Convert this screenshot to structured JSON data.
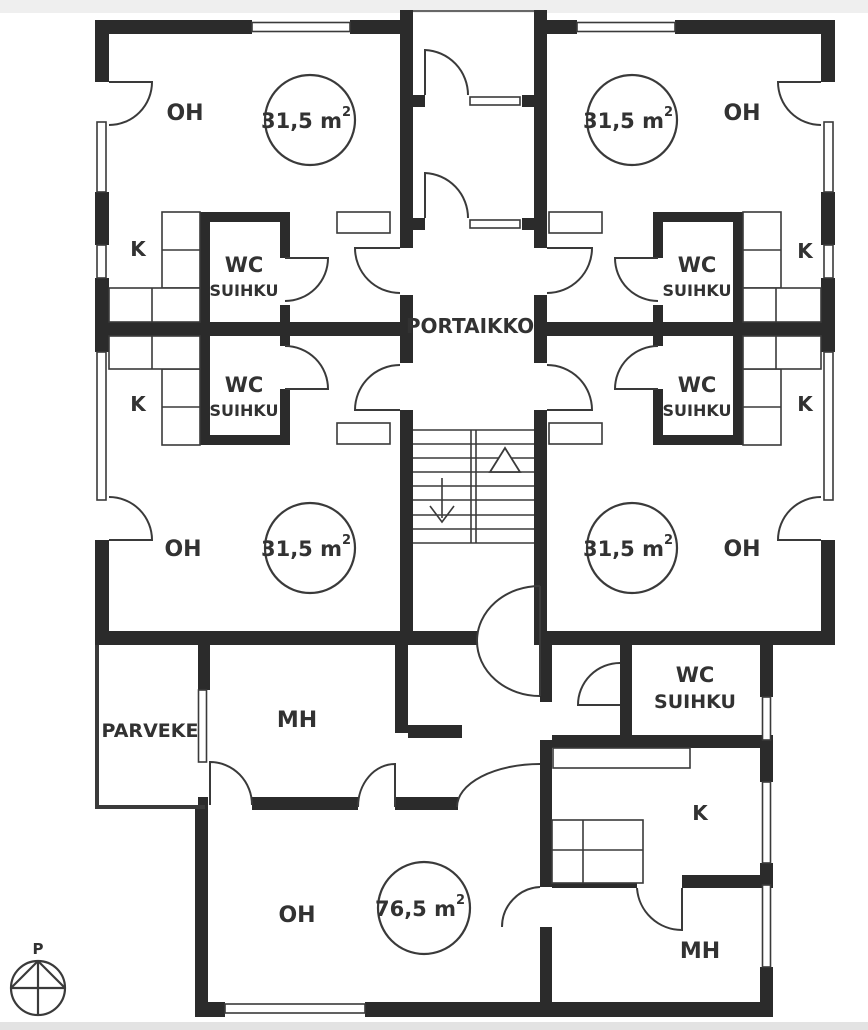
{
  "page": {
    "top_strip_color": "#efefef",
    "bottom_strip_color": "#e3e3e3",
    "background": "#ffffff"
  },
  "plan": {
    "colors": {
      "wall": "#2b2b2b",
      "line": "#3a3a3a",
      "text": "#323232"
    },
    "labels": {
      "living_room": "OH",
      "kitchen": "K",
      "wc": "WC",
      "shower": "SUIHKU",
      "bedroom": "MH",
      "balcony": "PARVEKE",
      "stairwell": "PORTAIKKO"
    },
    "areas": {
      "studio": "31,5 m",
      "studio_sup": "2",
      "large": "76,5 m",
      "large_sup": "2"
    },
    "compass": {
      "label": "P"
    }
  }
}
